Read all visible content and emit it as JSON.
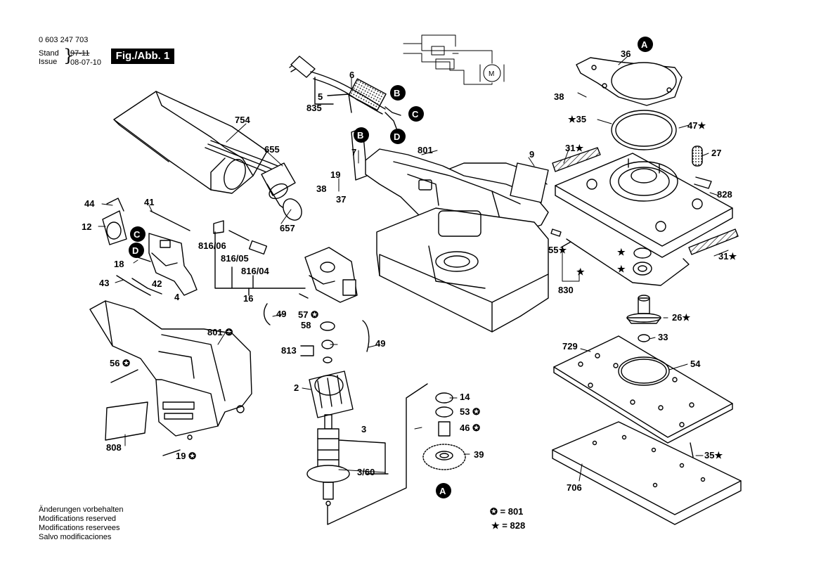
{
  "header": {
    "part_number": "0 603 247 703",
    "stand_label": "Stand",
    "issue_label": "Issue",
    "stand_old": "97-11",
    "stand_new": "08-07-10",
    "fig": "Fig./Abb. 1"
  },
  "footer": {
    "lines": [
      "Änderungen vorbehalten",
      "Modifications reserved",
      "Modifications reservees",
      "Salvo modificaciones"
    ]
  },
  "legend": {
    "circle_star": "= 801",
    "star": "= 828"
  },
  "callouts": {
    "A": "A",
    "B": "B",
    "C": "C",
    "D": "D"
  },
  "parts": {
    "p754": "754",
    "p655": "655",
    "p657": "657",
    "p5": "5",
    "p835": "835",
    "p6": "6",
    "p7": "7",
    "p19a": "19",
    "p38a": "38",
    "p37": "37",
    "p801a": "801",
    "p9": "9",
    "p36": "36",
    "p38b": "38",
    "p35a": "35",
    "p47": "47",
    "p31a": "31",
    "p27": "27",
    "p828": "828",
    "p55": "55",
    "p830": "830",
    "p31b": "31",
    "p44": "44",
    "p41": "41",
    "p12": "12",
    "p18": "18",
    "p43": "43",
    "p42": "42",
    "p4": "4",
    "p816_06": "816/06",
    "p816_05": "816/05",
    "p816_04": "816/04",
    "p16": "16",
    "p49a": "49",
    "p57": "57",
    "p58": "58",
    "p49b": "49",
    "p813": "813",
    "p2": "2",
    "p3": "3",
    "p3_60": "3/60",
    "p801b": "801",
    "p56": "56",
    "p808": "808",
    "p19b": "19",
    "p14": "14",
    "p53": "53",
    "p46": "46",
    "p39": "39",
    "p26": "26",
    "p33": "33",
    "p729": "729",
    "p54": "54",
    "p35b": "35",
    "p706": "706"
  }
}
